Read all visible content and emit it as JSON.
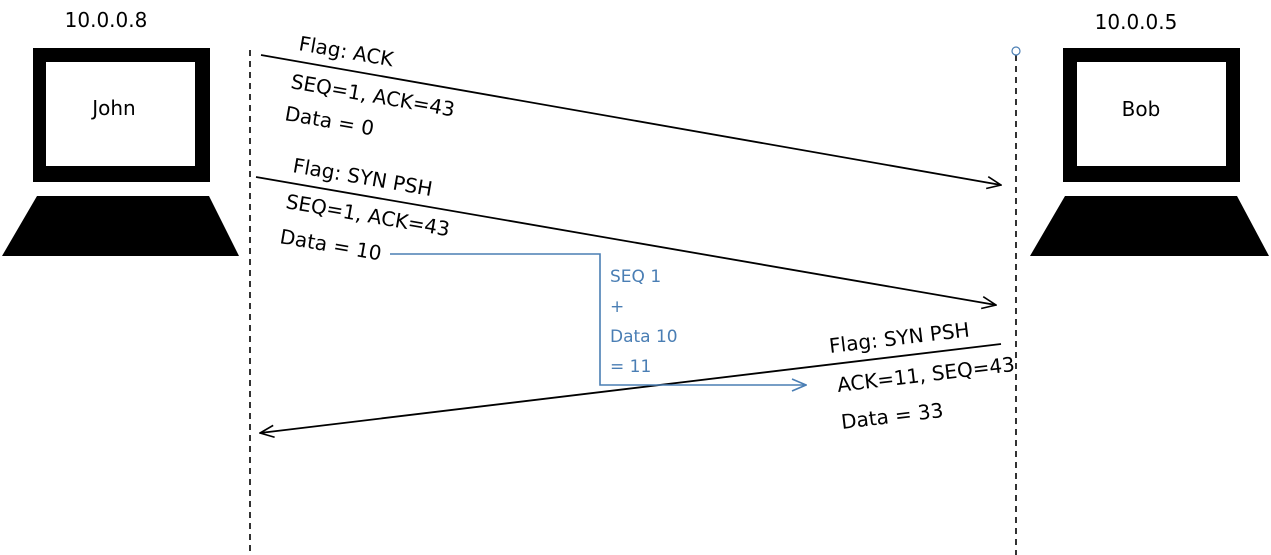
{
  "colors": {
    "ink": "#000000",
    "screen": "#ffffff",
    "calc": "#4a7eb4"
  },
  "hosts": {
    "left": {
      "ip": "10.0.0.8",
      "name": "John",
      "icon": "laptop-icon"
    },
    "right": {
      "ip": "10.0.0.5",
      "name": "Bob",
      "icon": "laptop-icon"
    }
  },
  "messages": [
    {
      "direction": "John → Bob",
      "flag": "Flag: ACK",
      "seq_ack": "SEQ=1, ACK=43",
      "data": "Data = 0"
    },
    {
      "direction": "John → Bob",
      "flag": "Flag: SYN PSH",
      "seq_ack": "SEQ=1, ACK=43",
      "data": "Data = 10"
    },
    {
      "direction": "Bob → John",
      "flag": "Flag: SYN PSH",
      "seq_ack": "ACK=11, SEQ=43",
      "data": "Data = 33"
    }
  ],
  "calculation": {
    "lines": [
      "SEQ 1",
      "+",
      "Data 10",
      "= 11"
    ]
  }
}
